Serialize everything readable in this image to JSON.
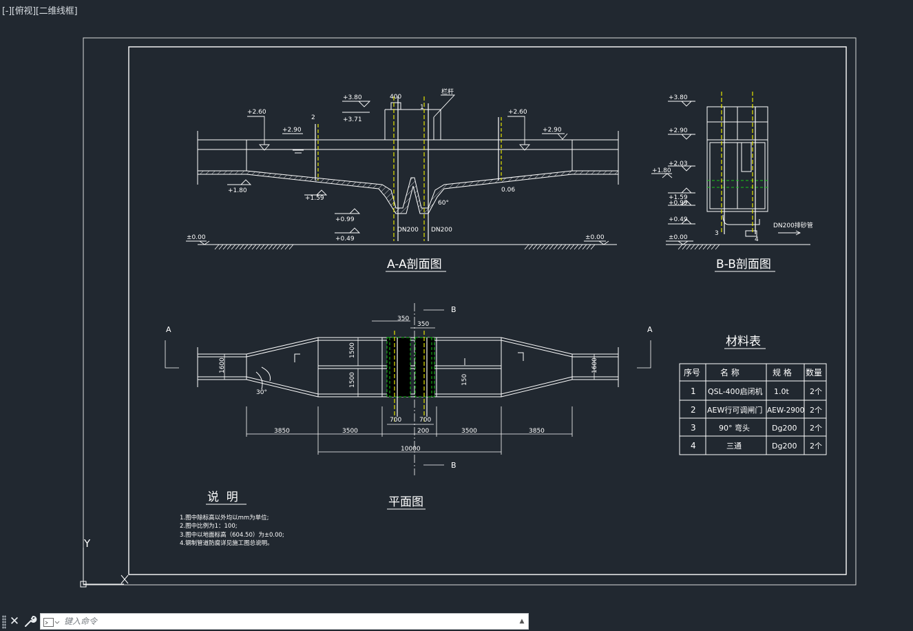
{
  "viewport": {
    "label": "[-][俯视][二维线框]"
  },
  "colors": {
    "background": "#212830",
    "lines": "#ffffff",
    "centerline": "#e6e600",
    "hidden": "#19c819",
    "frame": "#dcdcdc"
  },
  "drawing": {
    "section_aa": {
      "title": "A-A剖面图",
      "elevations": [
        "+3.80",
        "+3.71",
        "+2.60",
        "+2.90",
        "+2.60",
        "+2.90",
        "+1.80",
        "+1.59",
        "+0.99",
        "+0.49",
        "±0.00",
        "±0.00",
        "0.06"
      ],
      "dims": {
        "top": "400"
      },
      "labels": {
        "railing": "栏杆",
        "pipe_left": "DN200",
        "pipe_right": "DN200",
        "angle": "60°",
        "mark_1": "1",
        "mark_2": "2"
      }
    },
    "section_bb": {
      "title": "B-B剖面图",
      "elevations": [
        "+3.80",
        "+2.90",
        "+2.03",
        "+1.80",
        "+1.59",
        "+0.99",
        "+0.49",
        "±0.00"
      ],
      "labels": {
        "drain": "DN200排砂管",
        "mark_3": "3",
        "mark_4": "4"
      }
    },
    "plan": {
      "title": "平面图",
      "section_marks": {
        "a": "A",
        "b": "B"
      },
      "dims_top": [
        "350",
        "350"
      ],
      "dims_vertical": [
        "1600",
        "1500",
        "1500",
        "150",
        "1600"
      ],
      "dims_bottom": [
        "3850",
        "3500",
        "700",
        "200",
        "700",
        "3500",
        "3850"
      ],
      "dim_total": "10000",
      "angle": "30°"
    },
    "material_table": {
      "title": "材料表",
      "headers": [
        "序号",
        "名  称",
        "规 格",
        "数量"
      ],
      "rows": [
        [
          "1",
          "QSL-400启闭机",
          "1.0t",
          "2个"
        ],
        [
          "2",
          "AEW行可调闸门",
          "AEW-2900",
          "2个"
        ],
        [
          "3",
          "90° 弯头",
          "Dg200",
          "2个"
        ],
        [
          "4",
          "三通",
          "Dg200",
          "2个"
        ]
      ]
    },
    "notes": {
      "title": "说  明",
      "items": [
        "1.图中除标高以外均以mm为单位;",
        "2.图中比例为1：100;",
        "3.图中以地面标高（604.50）为±0.00;",
        "4.钢制管道防腐详见施工图总说明。"
      ]
    },
    "ucs": {
      "y_label": "Y"
    }
  },
  "command_line": {
    "placeholder": "键入命令",
    "close_icon": "close-icon",
    "settings_icon": "wrench-icon"
  }
}
